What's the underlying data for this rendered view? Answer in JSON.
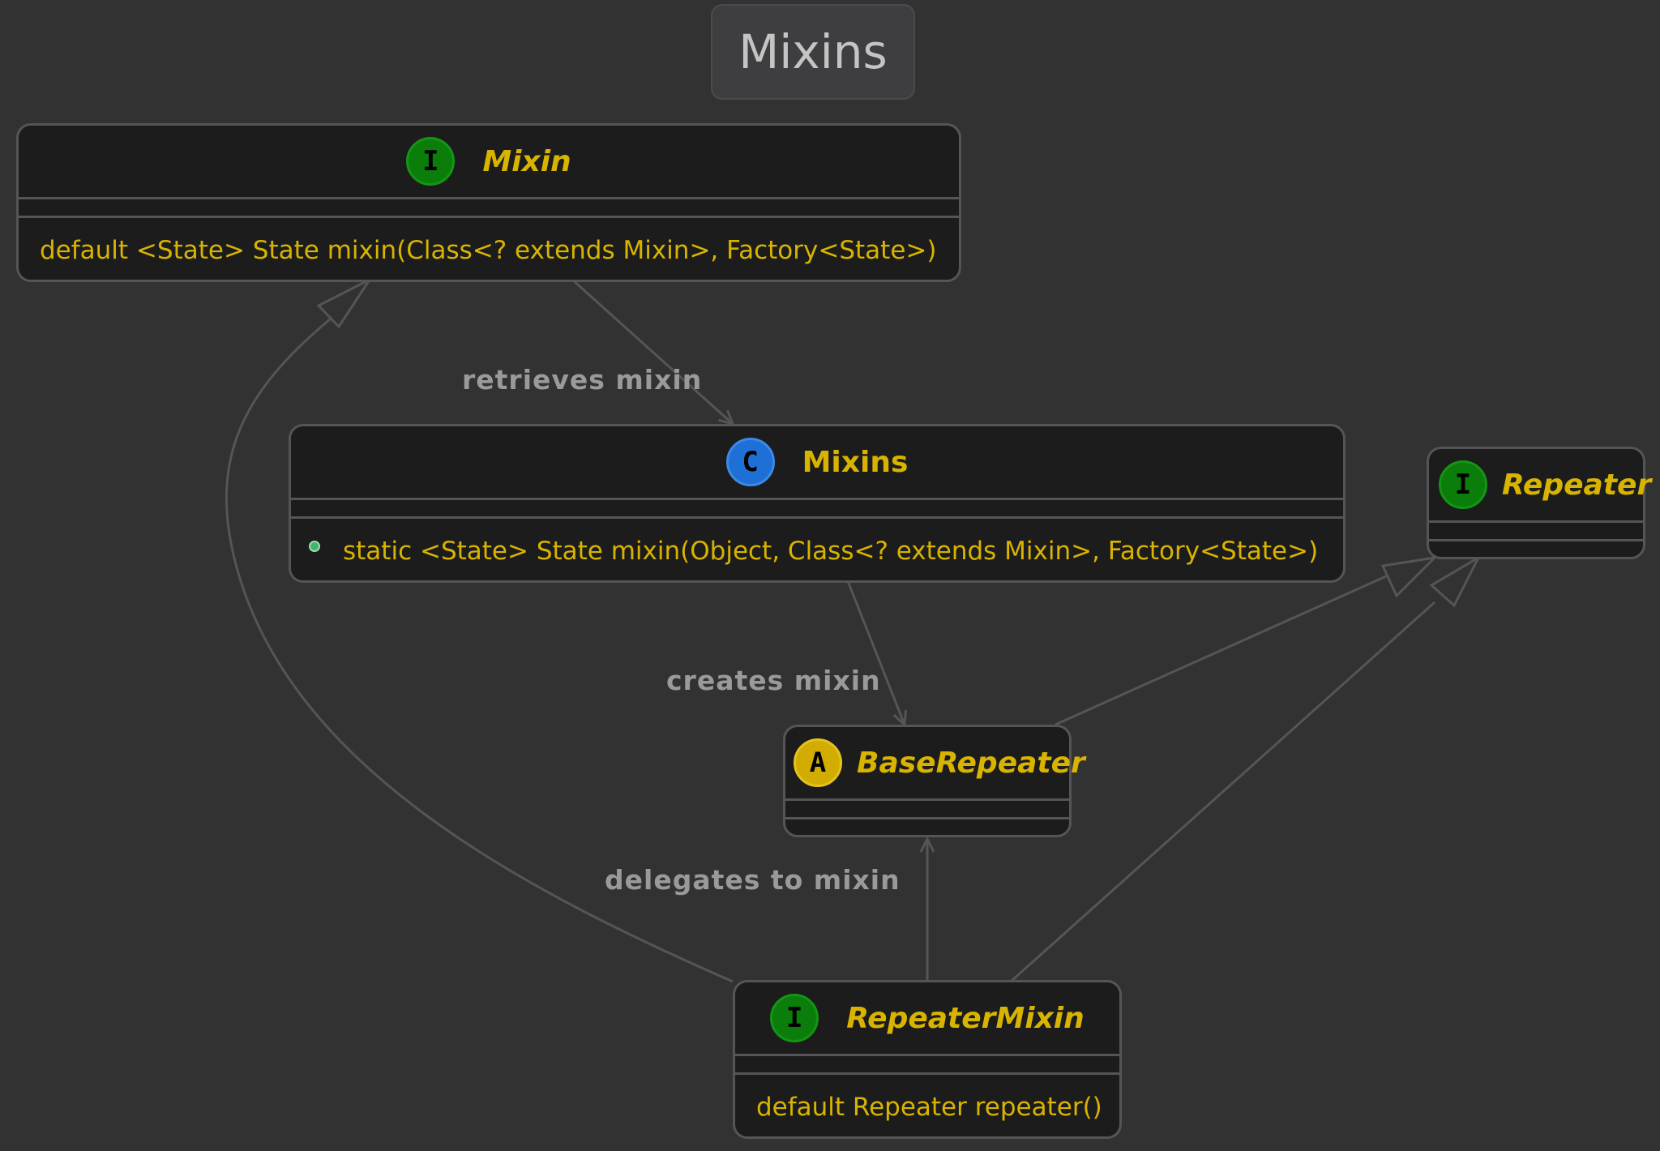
{
  "title": "Mixins",
  "classes": {
    "mixin": {
      "stereotype": "I",
      "name": "Mixin",
      "members": [
        "default <State> State mixin(Class<? extends Mixin>, Factory<State>)"
      ]
    },
    "mixins": {
      "stereotype": "C",
      "name": "Mixins",
      "members": [
        "static <State> State mixin(Object, Class<? extends Mixin>, Factory<State>)"
      ]
    },
    "repeater": {
      "stereotype": "I",
      "name": "Repeater",
      "members": []
    },
    "base_repeater": {
      "stereotype": "A",
      "name": "BaseRepeater",
      "members": []
    },
    "repeater_mixin": {
      "stereotype": "I",
      "name": "RepeaterMixin",
      "members": [
        "default Repeater repeater()"
      ]
    }
  },
  "relations": [
    {
      "from": "Mixin",
      "to": "Mixins",
      "type": "association",
      "label": "retrieves mixin"
    },
    {
      "from": "Mixins",
      "to": "BaseRepeater",
      "type": "association",
      "label": "creates mixin"
    },
    {
      "from": "RepeaterMixin",
      "to": "BaseRepeater",
      "type": "association",
      "label": "delegates to mixin"
    },
    {
      "from": "BaseRepeater",
      "to": "Repeater",
      "type": "realization",
      "label": ""
    },
    {
      "from": "RepeaterMixin",
      "to": "Repeater",
      "type": "realization",
      "label": ""
    },
    {
      "from": "RepeaterMixin",
      "to": "Mixin",
      "type": "realization",
      "label": ""
    }
  ],
  "colors": {
    "background": "#323232",
    "class_fill": "#1c1c1c",
    "class_border": "#555557",
    "class_text": "#d8b400",
    "edge": "#555555",
    "edge_label": "#9a9a9a",
    "interface_badge": "#0b7d0b",
    "class_badge": "#1e6fd6",
    "abstract_badge": "#d2ac00"
  }
}
